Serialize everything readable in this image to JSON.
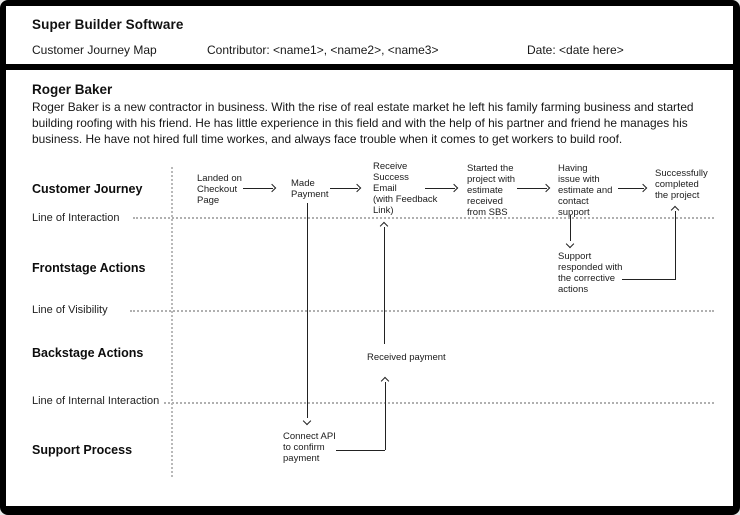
{
  "header": {
    "title": "Super Builder Software",
    "subtitle": "Customer Journey Map",
    "contributor": "Contributor: <name1>, <name2>, <name3>",
    "date": "Date: <date here>"
  },
  "persona": {
    "name": "Roger Baker",
    "description": "Roger Baker is a new contractor in business. With the rise of real estate market he left his family farming business and started\nbuilding roofing with his friend. He has little experience in this field and with the help of his partner and friend he manages his\nbusiness. He have not hired full time workes, and always face trouble when it comes to get workers to build roof."
  },
  "map": {
    "row_labels": {
      "customer_journey": "Customer Journey",
      "line_of_interaction": "Line of Interaction",
      "frontstage_actions": "Frontstage Actions",
      "line_of_visibility": "Line of Visibility",
      "backstage_actions": "Backstage Actions",
      "line_of_internal_interaction": "Line of Internal Interaction",
      "support_process": "Support Process"
    },
    "customer_journey_steps": [
      "Landed on\nCheckout\nPage",
      "Made\nPayment",
      "Receive\nSuccess\nEmail\n(with Feedback\nLink)",
      "Started the\nproject with\nestimate\nreceived\nfrom SBS",
      "Having\nissue with\nestimate and\ncontact\nsupport",
      "Successfully\ncompleted\nthe project"
    ],
    "frontstage_actions": {
      "support_response": "Support\nresponded with\nthe corrective\nactions"
    },
    "backstage_actions": {
      "received_payment": "Received payment"
    },
    "support_process": {
      "connect_api": "Connect API\nto confirm\npayment"
    }
  },
  "colors": {
    "frame": "#000000",
    "panel": "#ffffff",
    "dotted_line": "#b0b0b0",
    "connector": "#222222",
    "text": "#111111"
  }
}
